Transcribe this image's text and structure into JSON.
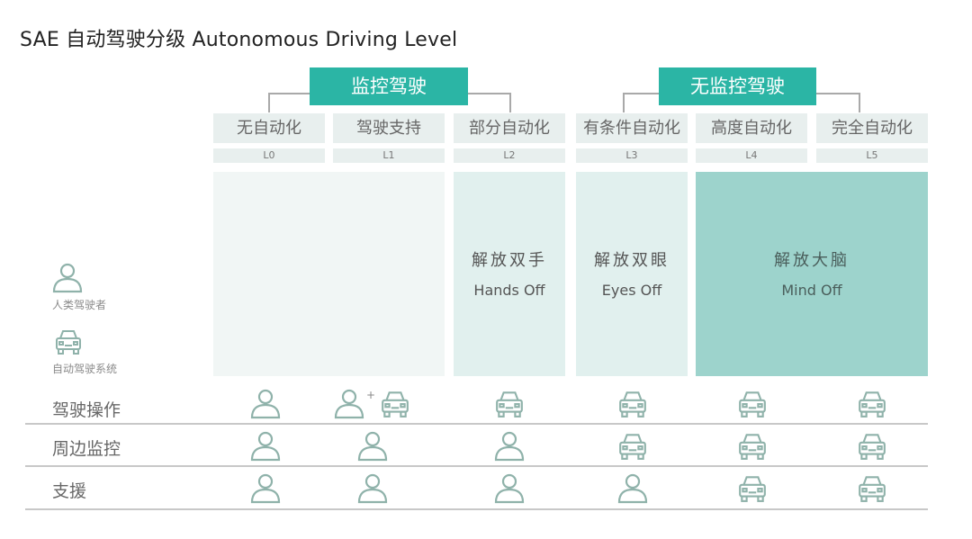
{
  "title": "SAE 自动驾驶分级  Autonomous Driving Level",
  "groups": {
    "monitored": "监控驾驶",
    "unmonitored": "无监控驾驶"
  },
  "levels": [
    {
      "name": "无自动化",
      "code": "L0"
    },
    {
      "name": "驾驶支持",
      "code": "L1"
    },
    {
      "name": "部分自动化",
      "code": "L2"
    },
    {
      "name": "有条件自动化",
      "code": "L3"
    },
    {
      "name": "高度自动化",
      "code": "L4"
    },
    {
      "name": "完全自动化",
      "code": "L5"
    }
  ],
  "boxes": {
    "l2": {
      "cn": "解放双手",
      "en": "Hands Off"
    },
    "l3": {
      "cn": "解放双眼",
      "en": "Eyes Off"
    },
    "l45": {
      "cn": "解放大脑",
      "en": "Mind Off"
    }
  },
  "legend": {
    "human": "人类驾驶者",
    "system": "自动驾驶系统"
  },
  "rows": [
    {
      "label": "驾驶操作",
      "cells": [
        "human",
        "human+system",
        "system",
        "system",
        "system",
        "system"
      ]
    },
    {
      "label": "周边监控",
      "cells": [
        "human",
        "human",
        "human",
        "system",
        "system",
        "system"
      ]
    },
    {
      "label": "支援",
      "cells": [
        "human",
        "human",
        "human",
        "human",
        "system",
        "system"
      ]
    }
  ],
  "plus_sign": "+",
  "colors": {
    "accent": "#2bb5a5",
    "icon": "#8fb2aa",
    "light_box": "#f1f6f5",
    "mid_box": "#e1f0ee",
    "dark_box": "#9dd3cc"
  }
}
